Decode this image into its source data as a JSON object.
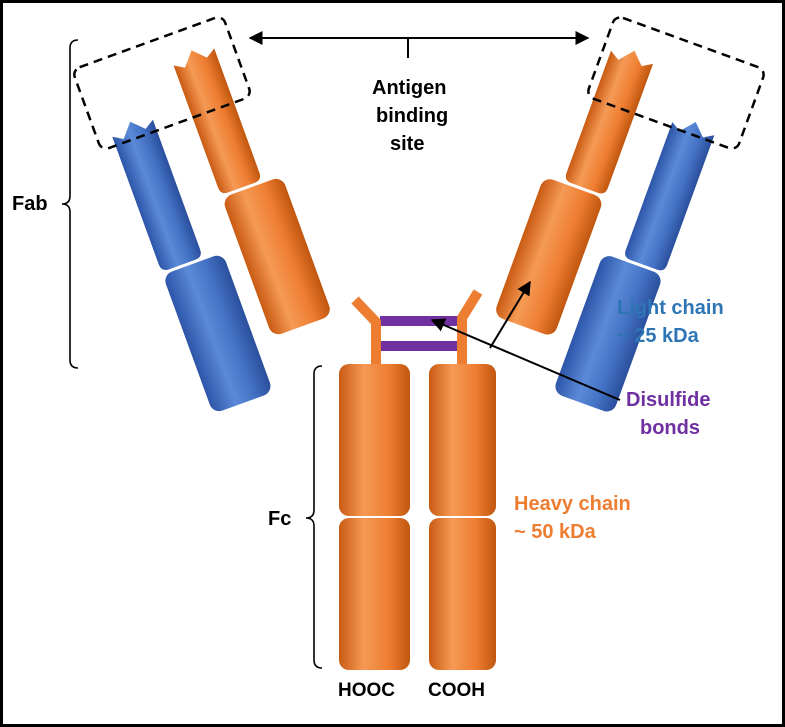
{
  "labels": {
    "antigen_line1": "Antigen",
    "antigen_line2": "binding",
    "antigen_line3": "site",
    "fab": "Fab",
    "fc": "Fc",
    "light_chain_line1": "Light chain",
    "light_chain_line2": "~ 25 kDa",
    "heavy_chain_line1": "Heavy chain",
    "heavy_chain_line2": "~ 50 kDa",
    "disulfide_line1": "Disulfide",
    "disulfide_line2": "bonds",
    "n_terminus_left": "HOOC",
    "n_terminus_right": "COOH"
  },
  "colors": {
    "heavy_chain": "#ED7D31",
    "light_chain": "#4472C4",
    "disulfide": "#7030A0",
    "light_chain_text": "#2E75B6",
    "heavy_chain_text": "#ED7D31",
    "disulfide_text": "#7030A0",
    "outline": "#000000"
  }
}
